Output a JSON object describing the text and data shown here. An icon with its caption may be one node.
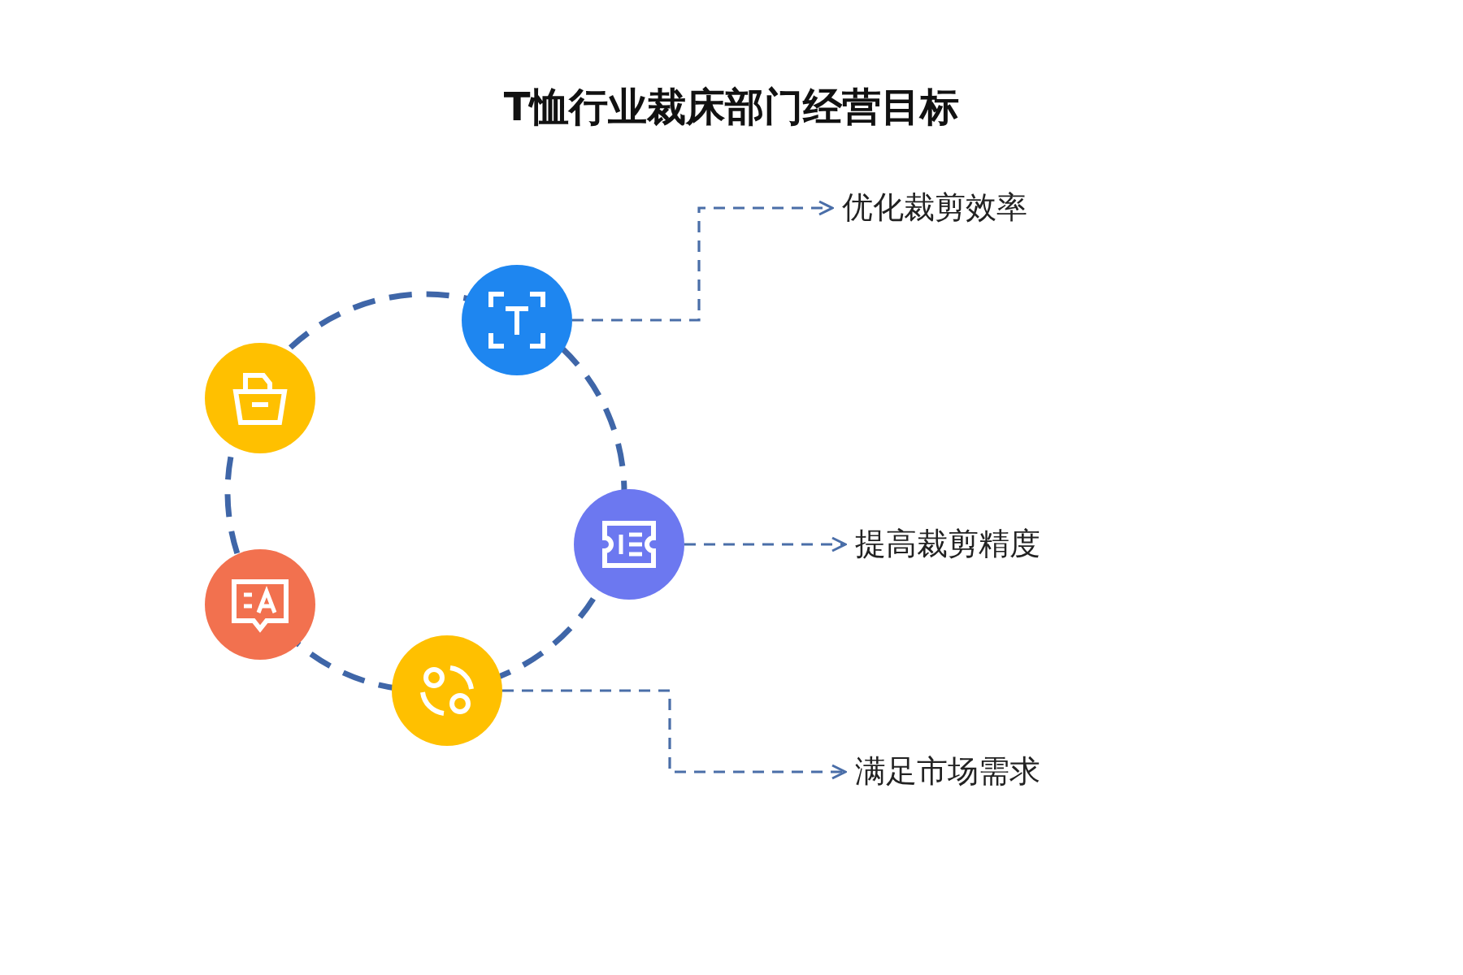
{
  "diagram": {
    "title": "T恤行业裁床部门经营目标",
    "nodes": [
      {
        "text": [],
        "shape": "circle"
      },
      {
        "text": [],
        "shape": "circle"
      },
      {
        "text": [],
        "shape": "circle"
      },
      {
        "text": [],
        "shape": "circle"
      },
      {
        "text": [],
        "shape": "circle"
      },
      {
        "text": [
          "优化裁剪效率"
        ]
      },
      {
        "text": [
          "提高裁剪精度"
        ]
      },
      {
        "text": [
          "满足市场需求"
        ]
      }
    ],
    "edges": [
      {
        "from": 0,
        "to": 5,
        "arrow": "to",
        "style": "dashed"
      },
      {
        "from": 2,
        "to": 6,
        "arrow": "to",
        "style": "dashed"
      },
      {
        "from": 4,
        "to": 7,
        "arrow": "to",
        "style": "dashed"
      }
    ]
  }
}
